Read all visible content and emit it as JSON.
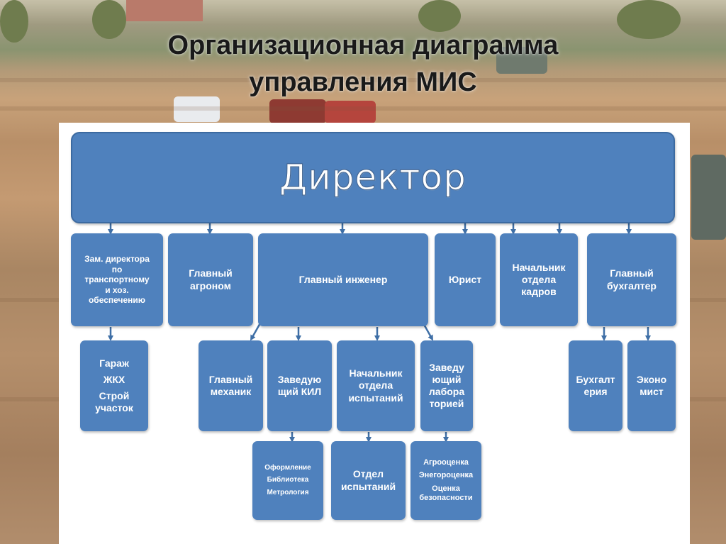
{
  "title": "Организационная диаграмма\nуправления МИС",
  "director": "Директор",
  "level1": {
    "deputy": "Зам. директора\nпо\nтранспортному\nи хоз.\nобеспечению",
    "agronomist": "Главный\nагроном",
    "chief_engineer": "Главный инженер",
    "lawyer": "Юрист",
    "hr_head": "Начальник\nотдела\nкадров",
    "chief_accountant": "Главный\nбухгалтер"
  },
  "level2": {
    "deputy_units": [
      "Гараж",
      "ЖКХ",
      "Строй\nучасток"
    ],
    "chief_mechanic": "Главный\nмеханик",
    "kil_head": "Заведую\nщий КИЛ",
    "testing_head": "Начальник\nотдела\nиспытаний",
    "lab_head": "Заведу\nющий\nлабора\nторией",
    "accounting": "Бухгалт\nерия",
    "economist": "Эконо\nмист"
  },
  "level3": {
    "kil_units": [
      "Оформление",
      "Библиотека",
      "Метрология"
    ],
    "testing_dept": "Отдел\nиспытаний",
    "lab_units": [
      "Агрооценка",
      "Энегороценка",
      "Оценка\nбезопасности"
    ]
  },
  "colors": {
    "box": "#4f81bd",
    "box_border": "#3c6aa0",
    "arrow": "#3f6fa6",
    "panel": "#ffffff"
  }
}
